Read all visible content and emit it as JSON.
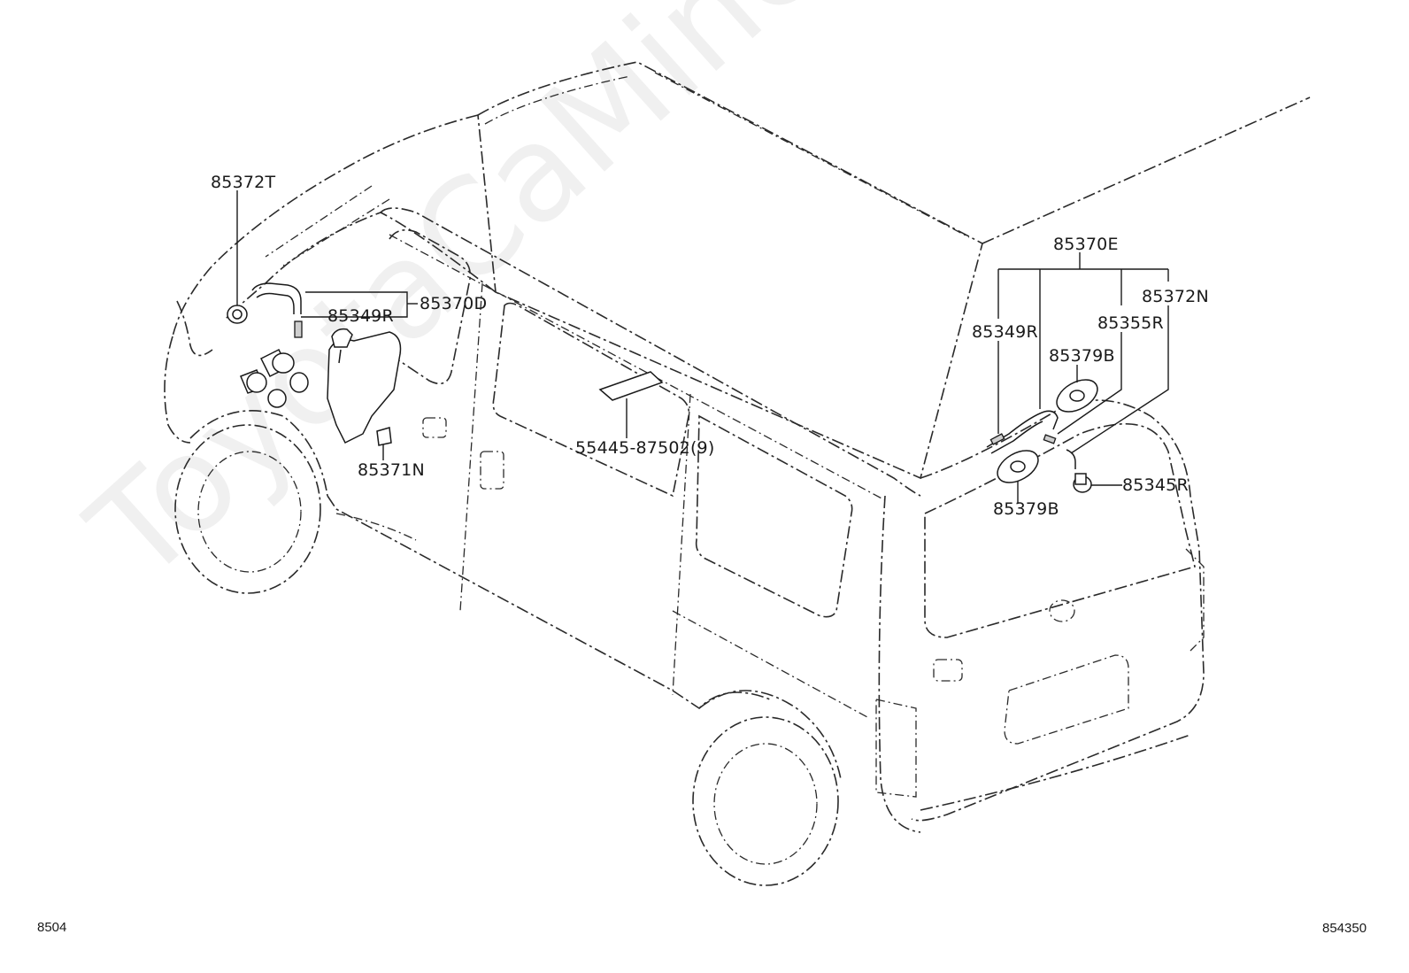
{
  "labels": {
    "l_85372T": "85372T",
    "l_85349R_front": "85349R",
    "l_85370D": "85370D",
    "l_85371N": "85371N",
    "l_55445": "55445-87502(9)",
    "l_85370E": "85370E",
    "l_85372N": "85372N",
    "l_85349R_rear": "85349R",
    "l_85355R": "85355R",
    "l_85379B_top": "85379B",
    "l_85379B_bottom": "85379B",
    "l_85345R": "85345R"
  },
  "corners": {
    "left": "8504",
    "right": "854350"
  },
  "watermark": "ToyotaCaMine.ru"
}
